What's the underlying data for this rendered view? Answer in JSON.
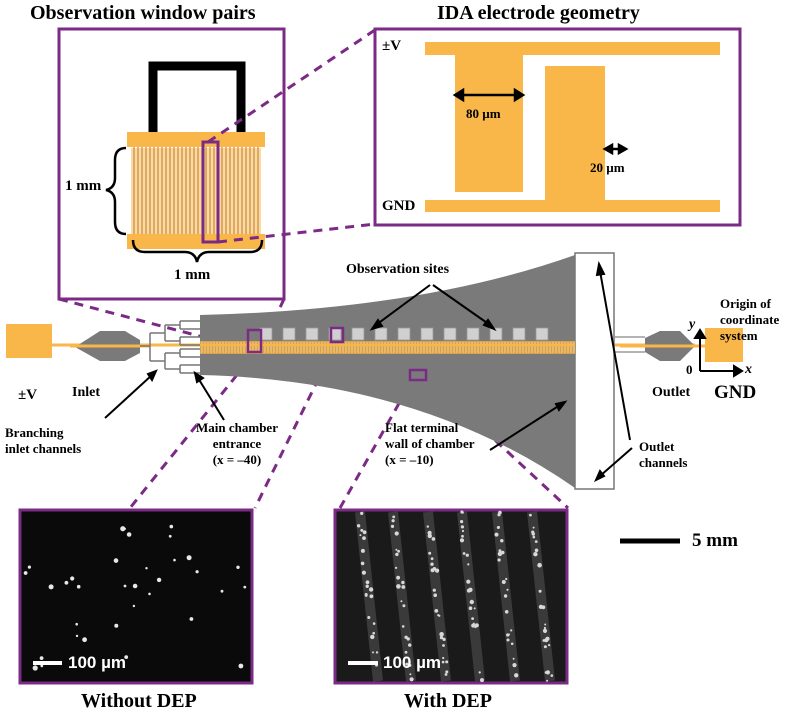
{
  "titles": {
    "observation_window": "Observation window pairs",
    "ida_geometry": "IDA electrode geometry"
  },
  "window_panel": {
    "dim_vertical": "1 mm",
    "dim_horizontal": "1 mm"
  },
  "ida_panel": {
    "top_label": "±V",
    "bottom_label": "GND",
    "width_label": "80 µm",
    "gap_label": "20 µm"
  },
  "device": {
    "observation_sites": "Observation  sites",
    "origin_line1": "Origin of",
    "origin_line2": "coordinate",
    "origin_line3": "system",
    "axis_y": "y",
    "axis_x": "x",
    "origin_zero": "0",
    "left_pad": "±V",
    "inlet": "Inlet",
    "outlet": "Outlet",
    "gnd": "GND",
    "branching_line1": "Branching",
    "branching_line2": "inlet channels",
    "entrance_line1": "Main  chamber",
    "entrance_line2": "entrance",
    "entrance_line3": "(x = –40)",
    "terminal_line1": "Flat terminal",
    "terminal_line2": "wall of chamber",
    "terminal_line3": "(x = –10)",
    "outlet_channels_line1": "Outlet",
    "outlet_channels_line2": "channels",
    "scale_bar": "5 mm"
  },
  "micrographs": {
    "left_scale": "100 µm",
    "right_scale": "100 µm",
    "left_caption": "Without DEP",
    "right_caption": "With DEP"
  },
  "colors": {
    "electrode": "#f9b649",
    "chamber": "#7a7a7a",
    "highlight": "#7b2a86"
  }
}
